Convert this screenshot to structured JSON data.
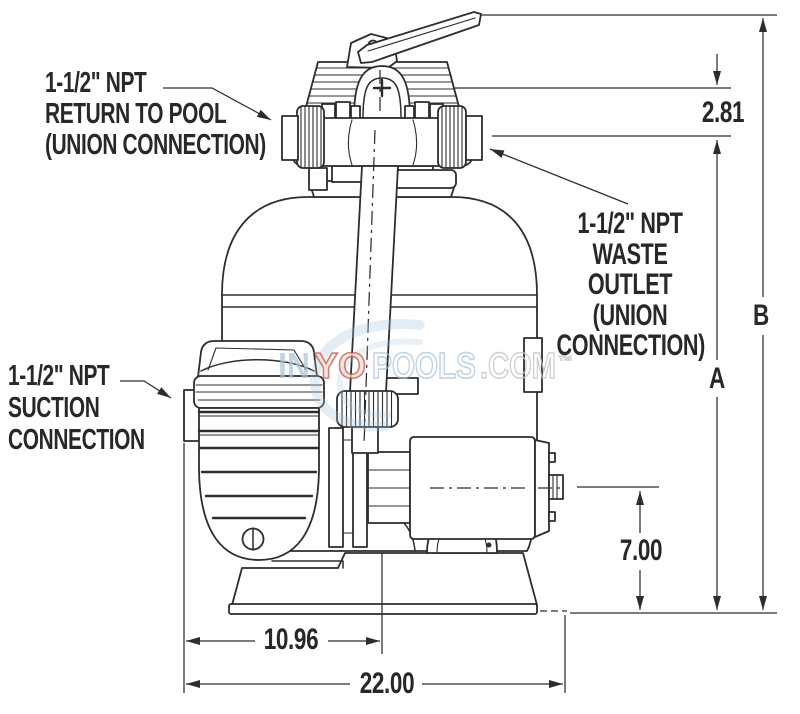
{
  "colors": {
    "line": "#2d2d2d",
    "background": "#ffffff",
    "wm_blue": "#a9c4da",
    "wm_red": "#c0584a",
    "wm_gray": "#c6c6c6"
  },
  "callouts": {
    "return": [
      "1-1/2\" NPT",
      "RETURN TO POOL",
      "(UNION CONNECTION)"
    ],
    "suction": [
      "1-1/2\" NPT",
      "SUCTION",
      "CONNECTION"
    ],
    "waste": [
      "1-1/2\" NPT",
      "WASTE",
      "OUTLET",
      "(UNION",
      "CONNECTION)"
    ]
  },
  "dimensions": {
    "valve_port_offset": "2.81",
    "overall_height": "B",
    "port_height": "A",
    "discharge_center_height": "7.00",
    "suction_to_center": "10.96",
    "overall_width": "22.00"
  },
  "watermark": {
    "in": "IN",
    "yo": "YO",
    "pools": "POOLS",
    "com": ".COM",
    "tm": "™"
  }
}
